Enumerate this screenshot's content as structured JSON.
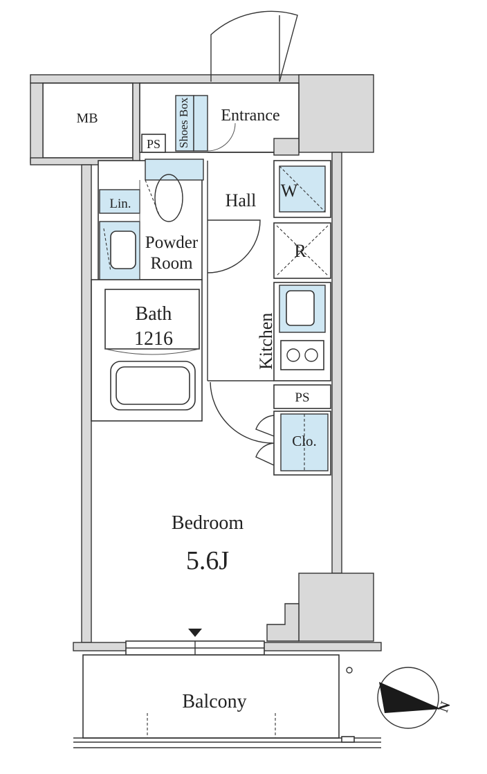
{
  "rooms": {
    "mb": "MB",
    "ps_top": "PS",
    "shoes_box": "Shoes Box",
    "entrance": "Entrance",
    "hall": "Hall",
    "linen": "Lin.",
    "powder_room_line1": "Powder",
    "powder_room_line2": "Room",
    "washer": "W",
    "refrigerator": "R",
    "kitchen": "Kitchen",
    "bath_line1": "Bath",
    "bath_line2": "1216",
    "ps_mid": "PS",
    "closet": "Clo.",
    "bedroom": "Bedroom",
    "bedroom_size": "5.6J",
    "balcony": "Balcony"
  },
  "compass": {
    "north_label": "N"
  },
  "colors": {
    "fixture_fill": "#cfe7f3",
    "wall_fill": "#d9d9d9",
    "line": "#333333"
  }
}
